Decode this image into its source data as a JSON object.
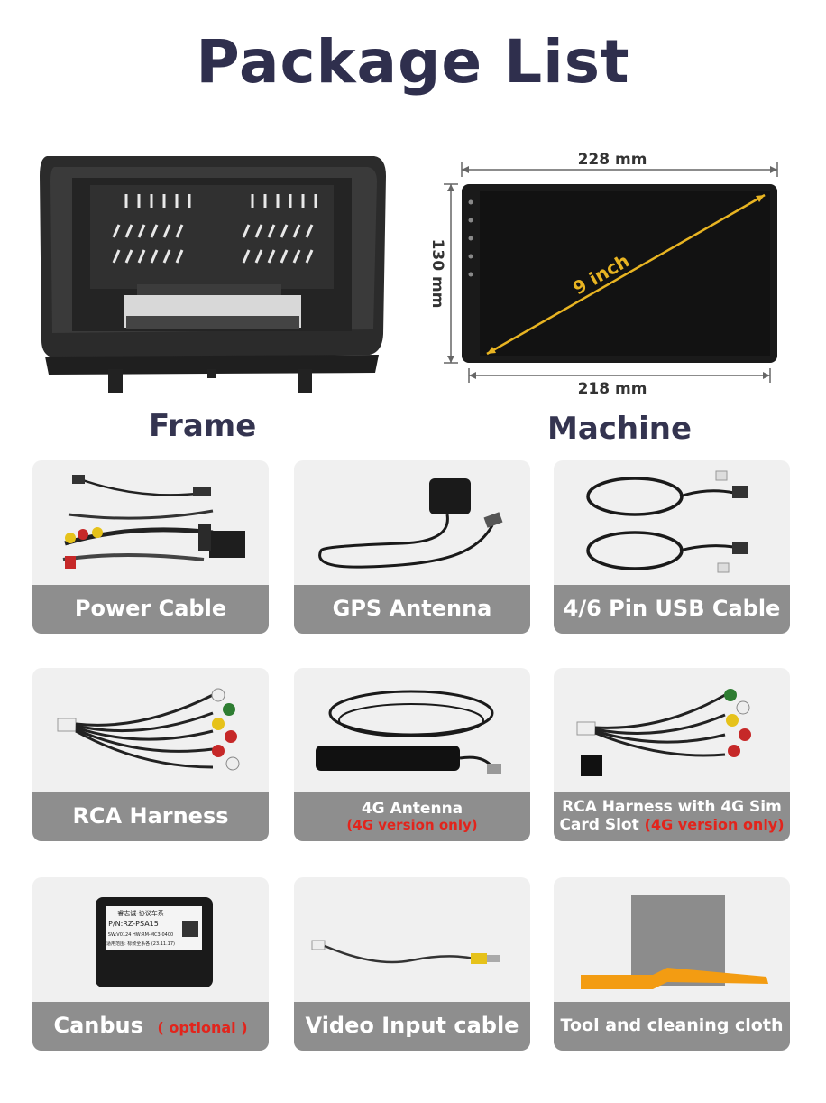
{
  "title": "Package List",
  "frame": {
    "label": "Frame"
  },
  "machine": {
    "label": "Machine",
    "width_top": "228 mm",
    "width_bottom": "218 mm",
    "height": "130 mm",
    "diagonal": "9 inch"
  },
  "items": [
    {
      "label": "Power Cable"
    },
    {
      "label": "GPS Antenna"
    },
    {
      "label": "4/6 Pin USB Cable"
    },
    {
      "label": "RCA Harness"
    },
    {
      "label": "4G Antenna",
      "note": "(4G version only)"
    },
    {
      "label_line1": "RCA Harness with 4G Sim",
      "label_line2": "Card Slot",
      "note": "(4G version only)"
    },
    {
      "label": "Canbus",
      "note": "( optional )"
    },
    {
      "label": "Video Input cable"
    },
    {
      "label": "Tool and cleaning cloth"
    }
  ],
  "canbus_label": {
    "line1": "睿志诚-协议车系",
    "line2": "P/N:RZ-PSA15",
    "line3": "SW:V0124  HW:RM-MC3-0400",
    "line4": "适用范围: 标致全系各  (23.11.17)"
  },
  "colors": {
    "title": "#2f2f4d",
    "band": "#8e8e8e",
    "card_bg": "#f0f0f0",
    "accent_red": "#e2241c",
    "diagonal": "#e8b422"
  }
}
